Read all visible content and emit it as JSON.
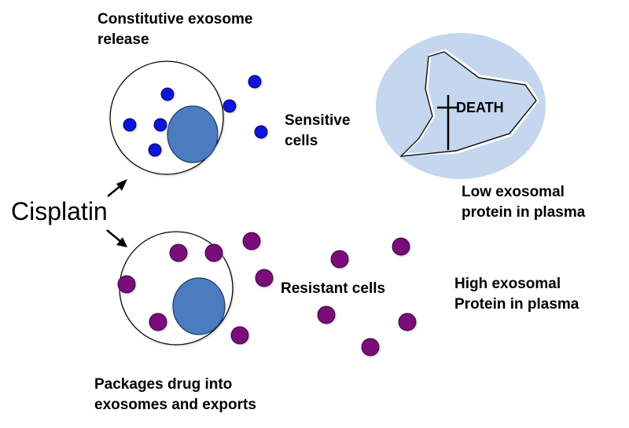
{
  "labels": {
    "constitutive": "Constitutive exosome\nrelease",
    "sensitive": "Sensitive\ncells",
    "death": "DEATH",
    "low_protein": "Low exosomal\nprotein in plasma",
    "cisplatin": "Cisplatin",
    "resistant": "Resistant cells",
    "high_protein": "High exosomal\nProtein in plasma",
    "packages": "Packages drug into\nexosomes and exports"
  },
  "colors": {
    "exosome_sensitive": "#0a14d8",
    "exosome_resistant": "#7a0a7a",
    "nucleus": "#4a7cbf",
    "dead_cell_bg": "#c4d7ee"
  }
}
